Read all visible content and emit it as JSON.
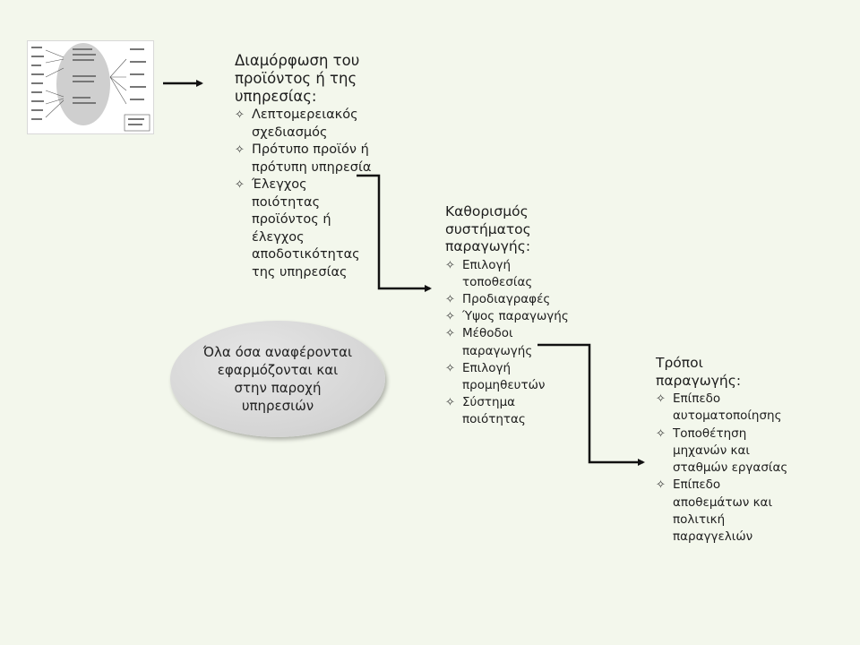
{
  "blocks": [
    {
      "title": "Διαμόρφωση του προϊόντος ή της υπηρεσίας:",
      "items": [
        "Λεπτομερειακός σχεδιασμός",
        "Πρότυπο προϊόν ή πρότυπη υπηρεσία",
        "Έλεγχος ποιότητας προϊόντος ή έλεγχος αποδοτικότητας της υπηρεσίας"
      ]
    },
    {
      "title": "Καθορισμός συστήματος παραγωγής:",
      "items": [
        "Επιλογή τοποθεσίας",
        "Προδιαγραφές",
        "Ύψος παραγωγής",
        "Μέθοδοι παραγωγής",
        "Επιλογή προμηθευτών",
        "Σύστημα ποιότητας"
      ]
    },
    {
      "title": "Τρόποι παραγωγής:",
      "items": [
        "Επίπεδο αυτοματοποίησης",
        "Τοποθέτηση μηχανών και σταθμών εργασίας",
        "Επίπεδο αποθεμάτων και πολιτική παραγγελιών"
      ]
    }
  ],
  "note": "Όλα όσα αναφέρονται εφαρμόζονται και στην παροχή υπηρεσιών",
  "bullet_glyph": "✧",
  "colors": {
    "background": "#f3f7ec",
    "arrow": "#111111",
    "ellipse": "#d6d6d6"
  },
  "icons": {
    "bullet": "four-point-star-outline-icon"
  }
}
